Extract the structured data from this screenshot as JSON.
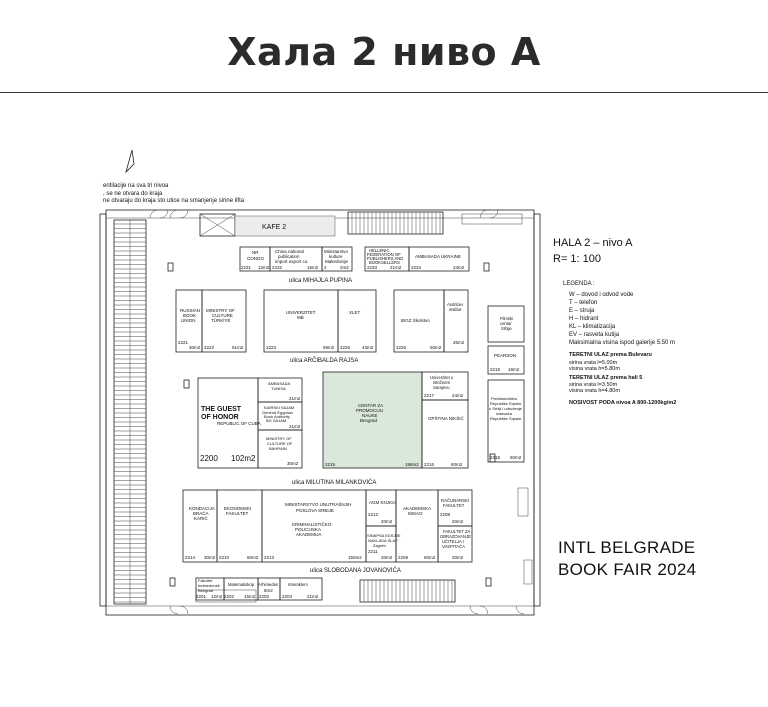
{
  "page": {
    "title": "Хала 2 ниво A"
  },
  "notes": {
    "n1": "entilacije na sva tri nivoa",
    "n2": ", se ne otvara do kraja",
    "n3": "ne otvaraju do kraja sto utice na smanjenje sirine lifta"
  },
  "hall": {
    "name": "HALA 2 –   nivo A",
    "scale": "R= 1: 100"
  },
  "legend": {
    "title": "LEGENDA :",
    "items": [
      "W – dovod i odvod vode",
      "T – telefon",
      "E – struja",
      "H – hidrant",
      "KL – klimatizacija",
      "EV – rasveta kutija"
    ],
    "height": "Maksimalna visina ispod galerije 5.50 m"
  },
  "freight": {
    "g1_title": "TERETNI ULAZ prema Bulevaru",
    "g1_l1": "sirina vrata l=5.00m",
    "g1_l2": "visina vrata h=5.80m",
    "g2_title": "TERETNI ULAZ prema hali 5",
    "g2_l1": "sirina vrata l=3.50m",
    "g2_l2": "visina vrata h=4.80m",
    "load": "NOSIVOST PODA nivoa A   800-1200kg/m2"
  },
  "streets": [
    "ulica MIHAJLA PUPINA",
    "ulica ARČIBALDA RAJSA",
    "ulica MILUTINA MILANKOVIĆA",
    "ulica SLOBODANA JOVANOVIĆA"
  ],
  "booths": {
    "kafe": "KAFE 2",
    "congo_a": "NR",
    "congo_b": "CONGO",
    "congo_num": "2231",
    "congo_area": "12m2",
    "china_a": "China national",
    "china_b": "publication",
    "china_c": "import export co.",
    "china_num": "2232",
    "china_area": "16m2",
    "mk_a": "Ministarstvo",
    "mk_b": "kulture",
    "mk_c": "Makedonije",
    "mk_num": "2",
    "mk_area": "2m2",
    "gr_a": "HELLENIC",
    "gr_b": "FEDERATION OF",
    "gr_c": "PUBLISHERS AND",
    "gr_d": "BOOKSELLERS",
    "gr_num": "2233",
    "gr_area": "21m2",
    "ua_a": "AMBASADA UKRAINE",
    "ua_num": "2234",
    "ua_area": "24m2",
    "ru_a": "RUSSIAN",
    "ru_b": "BOOK",
    "ru_c": "UNION",
    "ru_num": "2221",
    "ru_area": "30m2",
    "tr_a": "MINISTRY OF",
    "tr_b": "CULTURE",
    "tr_c": "TÜRKİYE",
    "tr_num": "2222",
    "tr_area": "51m2",
    "mb_a": "UNIVERZITET",
    "mb_b": "MB",
    "mb_num": "2223",
    "mb_area": "69m2",
    "xlet_a": "XLET",
    "xlet_num": "2226",
    "xlet_area": "43m2",
    "bigz_a": "BIGZ Školstvo",
    "bigz_num": "2226",
    "bigz_area": "60m2",
    "andr_a": "Andrićev",
    "andr_b": "institut",
    "andr_area": "26m2",
    "fc_a": "Filmski",
    "fc_b": "centar",
    "fc_c": "Srbije",
    "pearson": "PEARSON",
    "p_num": "2219",
    "p_area": "18m2",
    "guest_a": "THE GUEST",
    "guest_b": "OF HONOR",
    "guest_c": "REPUBLIC OF CUBA",
    "guest_num": "2200",
    "guest_area": "102m2",
    "amb_a": "AMBASADA",
    "amb_b": "TUNISA",
    "amb_area": "21m2",
    "eg_a": "KAIRSKI SAJAM",
    "eg_b": "General Egyptian",
    "eg_c": "Book Authority",
    "eg_d": "BG SAJAM",
    "eg_area": "21m2",
    "bh_a": "MINISTRY OF",
    "bh_b": "CULTURE OF",
    "bh_c": "BAHRAIN",
    "bh_area": "30m2",
    "cen_a": "CENTAR ZA",
    "cen_b": "PROMOCIJU",
    "cen_c": "NAUKE",
    "cen_d": "Beograd",
    "cen_num": "2215",
    "cen_area": "196m2",
    "sa_a": "Univerzitet u",
    "sa_b": "Istočnom",
    "sa_c": "Sarajevu",
    "sa_num": "2217",
    "sa_area": "24m2",
    "ok_a": "OPŠTINA NIKŠIĆ",
    "ok_num": "2216",
    "ok_area": "60m2",
    "rs_a": "Predstavništvo",
    "rs_b": "Republike Srpske",
    "rs_c": "u Srbiji i udruženje",
    "rs_d": "izdavača",
    "rs_e": "Republike Srpske",
    "rs_num": "2218",
    "rs_area": "60m2",
    "kb_a": "KONDACIJA",
    "kb_b": "BRAĆA",
    "kb_c": "KARIĆ",
    "kb_num": "2214",
    "kb_area": "30m2",
    "ek_a": "EKONOMSKI",
    "ek_b": "FAKULTET",
    "ek_num": "2210",
    "ek_area": "60m2",
    "mup_a": "MINISTARSTVO UNUTRAŠNJIH",
    "mup_b": "POSLOVA SRBIJE",
    "mup_c": "KRIMINALISTIČKO-",
    "mup_d": "POLICIJSKA",
    "mup_e": "AKADEMIJA",
    "mup_num": "2213",
    "mup_area": "150m2",
    "agm_a": "AGM KNJIGA",
    "agm_num": "2212",
    "agm_area": "20m2",
    "sin_a": "SINAPSA EDICIJE",
    "sin_b": "NAKLADA SLAP",
    "sin_c": "Zagreb",
    "sin_num": "2211",
    "sin_area": "20m2",
    "av_a": "AKADEMSKA",
    "av_b": "MISAO",
    "av_num": "2209",
    "av_area": "60m2",
    "rf_a": "RAČUNARSKI",
    "rf_b": "FAKULTET",
    "rf_num": "2208",
    "rf_area": "20m2",
    "fou_a": "FAKULTET ZA",
    "fou_b": "OBRAZOVANJE",
    "fou_c": "UČITELJA I",
    "fou_d": "VASPITAČA",
    "fou_area": "20m2",
    "fb_a": "Fakultet",
    "fb_b": "bezbednosti",
    "fb_c": "Beograd",
    "fb_num": "2201",
    "fb_area": "12m2",
    "mat_a": "Matematiskop",
    "mat_num": "2202",
    "mat_area": "15m2",
    "arh_a": "Arhimedes",
    "arh_num": "2203",
    "arh_area": "8m2",
    "int_a": "Interaktem",
    "int_num": "2204",
    "int_area": "21m2"
  },
  "fair": {
    "line1": "INTL BELGRADE",
    "line2": "BOOK FAIR 2024"
  },
  "colors": {
    "highlight": "#d9e8da",
    "title": "#2b2b2b"
  }
}
